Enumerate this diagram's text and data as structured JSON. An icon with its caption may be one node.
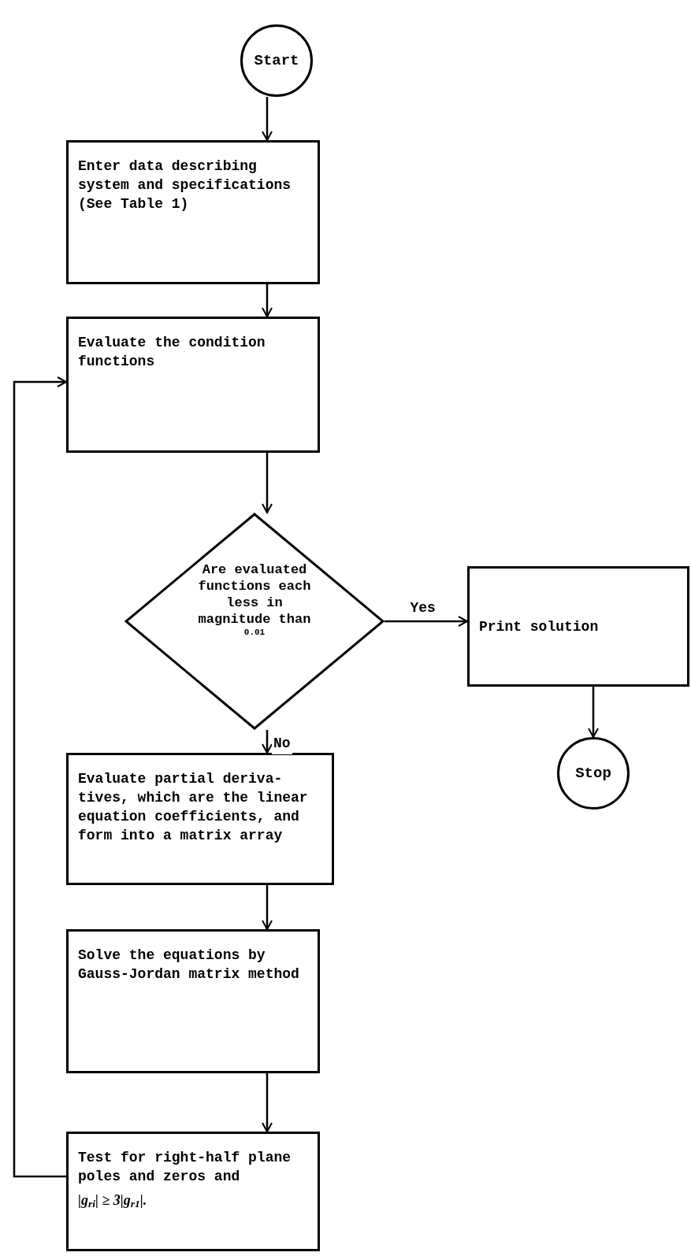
{
  "diagram": {
    "nodes": [
      {
        "text": [
          "Start"
        ]
      },
      {
        "text": [
          "Enter data describing system and specifications (See Table 1)"
        ]
      },
      {
        "text": [
          "Evaluate the condition functions"
        ]
      },
      {
        "text": [
          "Are evaluated functions each less in magnitude than",
          "0.01"
        ]
      },
      {
        "text": [
          "Print solution"
        ]
      },
      {
        "text": [
          "Stop"
        ]
      },
      {
        "text": [
          "Evaluate partial deriva- tives, which are the linear equation coefficients, and form into a matrix array"
        ]
      },
      {
        "text": [
          "Solve the equations by Gauss-Jordan matrix method"
        ]
      },
      {
        "text": [
          "Test for right-half plane poles and zeros and",
          "|g$_{ri}$| ≥ 3|g$_{r1}$|."
        ]
      }
    ],
    "edges": [
      {
        "from": 0,
        "to": 1,
        "arrow": "to"
      },
      {
        "from": 1,
        "to": 2,
        "arrow": "to"
      },
      {
        "from": 2,
        "to": 3,
        "arrow": "to"
      },
      {
        "from": 3,
        "to": 4,
        "arrow": "to",
        "label": "Yes"
      },
      {
        "from": 4,
        "to": 5,
        "arrow": "to"
      },
      {
        "from": 3,
        "to": 6,
        "arrow": "to",
        "label": "No"
      },
      {
        "from": 6,
        "to": 7,
        "arrow": "to"
      },
      {
        "from": 7,
        "to": 8,
        "arrow": "to"
      },
      {
        "from": 8,
        "to": 2,
        "arrow": "to"
      }
    ]
  }
}
